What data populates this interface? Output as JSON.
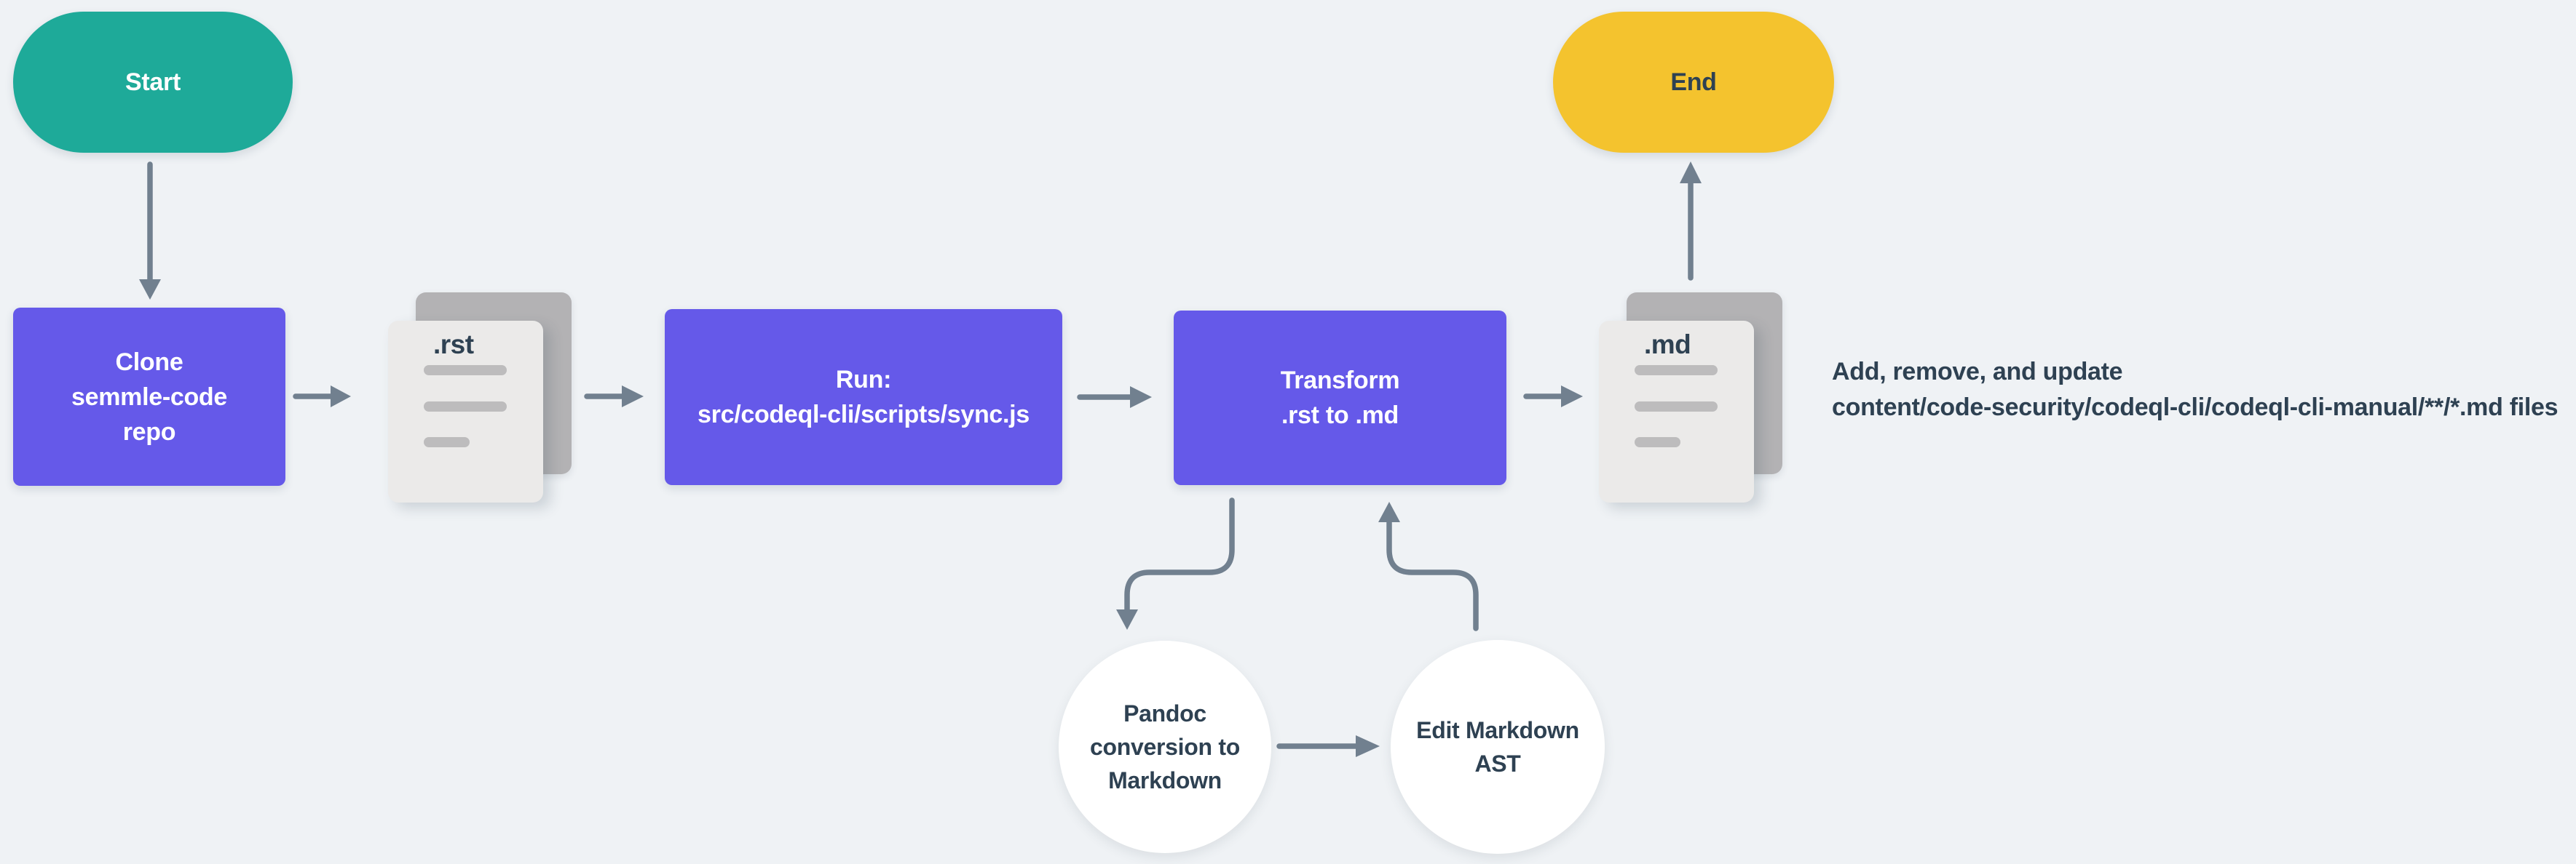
{
  "diagram": {
    "start_node": {
      "label": "Start"
    },
    "end_node": {
      "label": "End"
    },
    "clone_node": {
      "lines": [
        "Clone",
        "semmle-code",
        "repo"
      ]
    },
    "run_node": {
      "lines": [
        "Run:",
        "src/codeql-cli/scripts/sync.js"
      ]
    },
    "transform_node": {
      "lines": [
        "Transform",
        ".rst to .md"
      ]
    },
    "rst_doc": {
      "label": ".rst"
    },
    "md_doc": {
      "label": ".md"
    },
    "pandoc_node": {
      "lines": [
        "Pandoc",
        "conversion to",
        "Markdown"
      ]
    },
    "edit_ast_node": {
      "lines": [
        "Edit Markdown",
        "AST"
      ]
    },
    "annotation": {
      "lines": [
        "Add, remove, and update",
        "content/code-security/codeql-cli/codeql-cli-manual/**/*.md files"
      ]
    }
  },
  "colors": {
    "background": "#eff2f5",
    "process": "#6559e9",
    "start": "#1eaa99",
    "end": "#f4c32e",
    "connector": "#71808f",
    "text_dark": "#2e4152",
    "text_light": "#ffffff",
    "doc_front": "#ebeae9",
    "doc_back": "#b3b2b4",
    "doc_line": "#bdbcbd",
    "circle_fill": "#ffffff"
  }
}
